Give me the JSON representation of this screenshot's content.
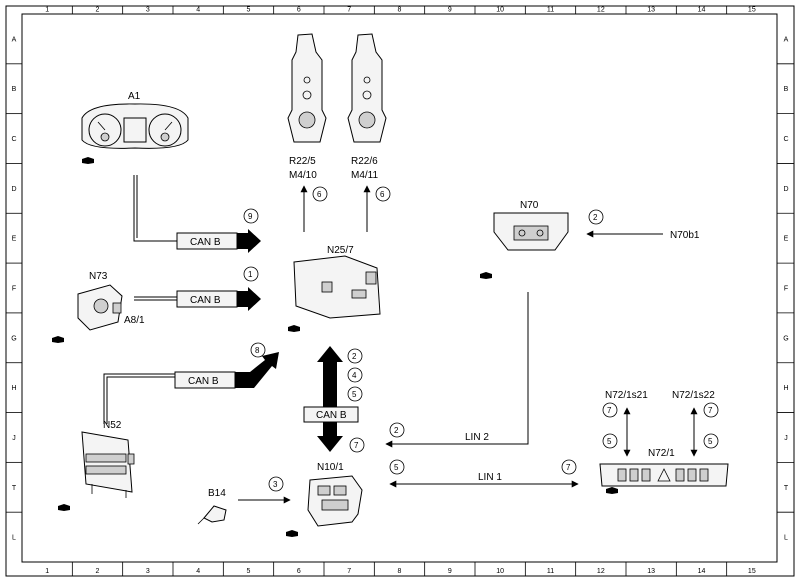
{
  "grid": {
    "columns": [
      "1",
      "2",
      "3",
      "4",
      "5",
      "6",
      "7",
      "8",
      "9",
      "10",
      "11",
      "12",
      "13",
      "14",
      "15"
    ],
    "rows": [
      "A",
      "B",
      "C",
      "D",
      "E",
      "F",
      "G",
      "H",
      "J",
      "T",
      "L"
    ]
  },
  "components": {
    "a1": "A1",
    "r22_5": "R22/5",
    "m4_10": "M4/10",
    "r22_6": "R22/6",
    "m4_11": "M4/11",
    "n25_7": "N25/7",
    "n70": "N70",
    "n70b1": "N70b1",
    "n73": "N73",
    "a8_1": "A8/1",
    "n52": "N52",
    "n10_1": "N10/1",
    "b14": "B14",
    "n72_1": "N72/1",
    "n72_1s21": "N72/1s21",
    "n72_1s22": "N72/1s22"
  },
  "buses": {
    "can_b": "CAN B",
    "lin_1": "LIN 1",
    "lin_2": "LIN 2"
  },
  "signals": {
    "a1_out": "9",
    "r22_5_in": "6",
    "r22_6_in": "6",
    "n70b1_in": "2",
    "n73_out": "1",
    "n52_out": "8",
    "n25_n10_a": "2",
    "n25_n10_b": "4",
    "n25_n10_c": "5",
    "n25_n10_d": "7",
    "lin2_sig": "2",
    "lin1_left": "5",
    "lin1_right": "7",
    "b14_in": "3",
    "s21_top": "7",
    "s21_bottom": "5",
    "s22_top": "7",
    "s22_bottom": "5"
  },
  "icons": [
    "reference-hand-icon"
  ]
}
